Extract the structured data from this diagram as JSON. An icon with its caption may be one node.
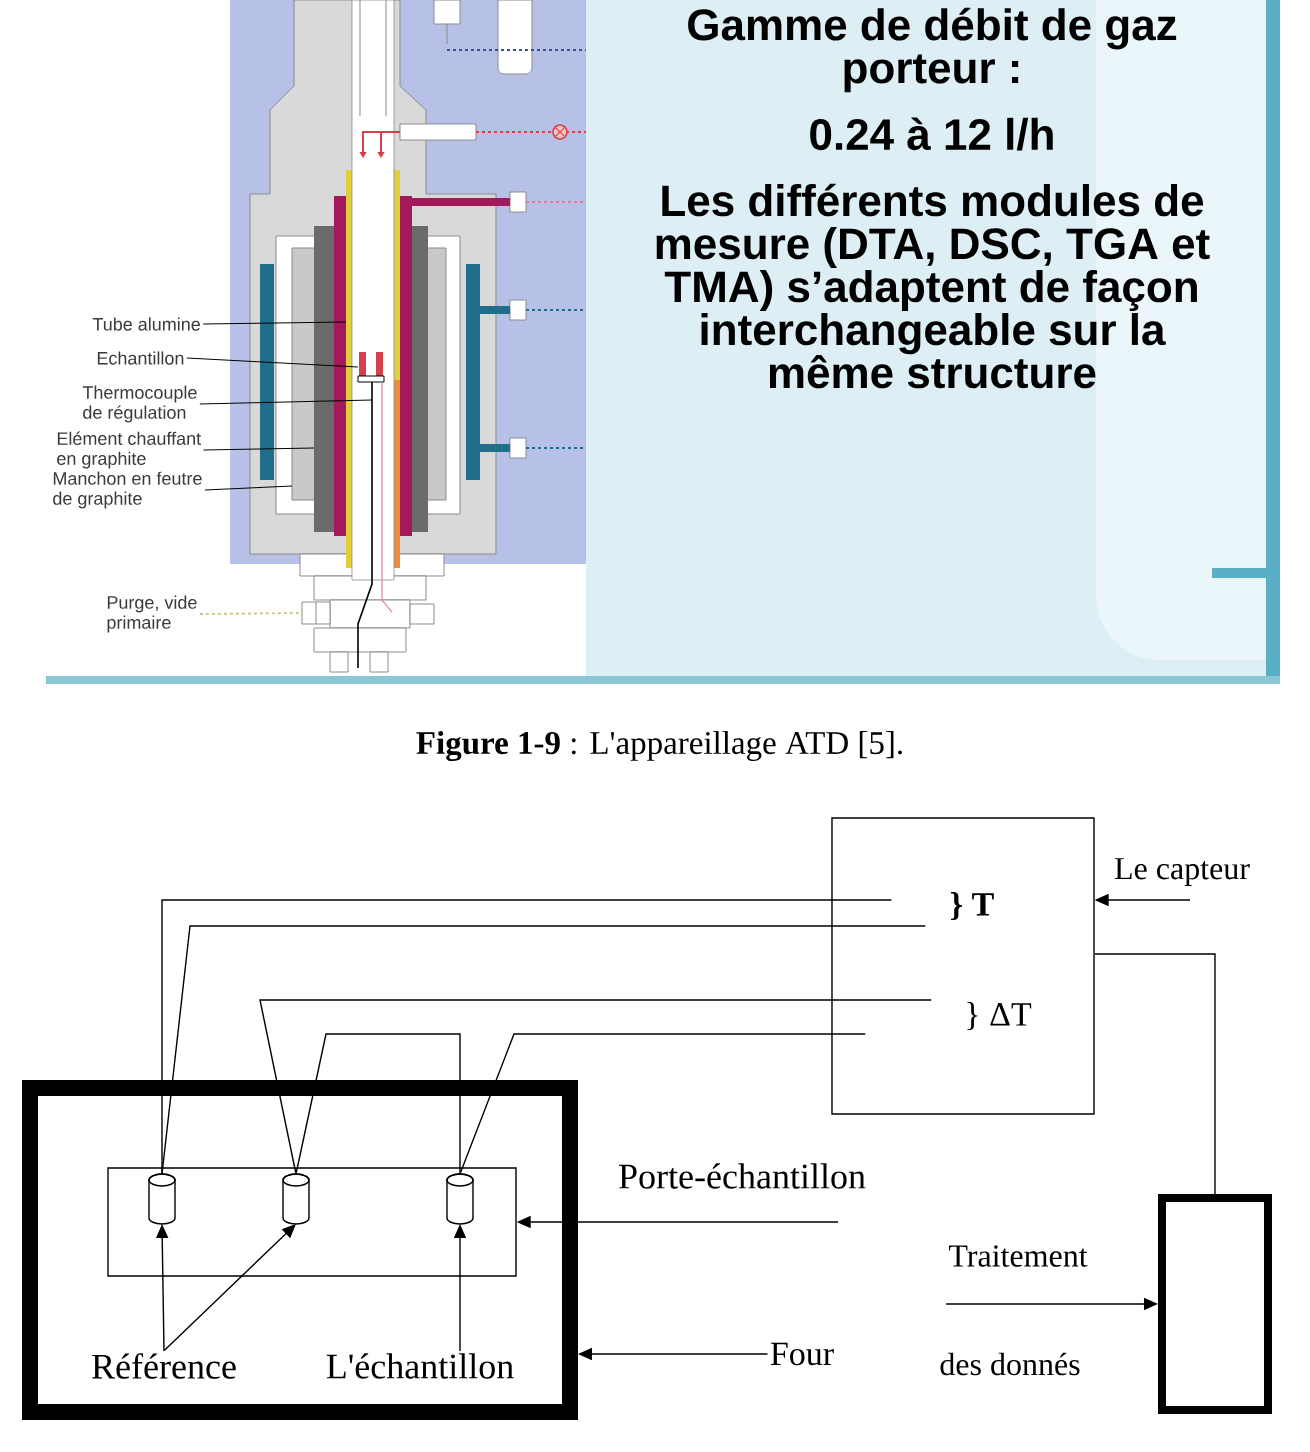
{
  "diagram": {
    "caption": "**Figure 1-9** : L'appareillage ATD [5].",
    "nodes": [
      {
        "text": [
          "Tube alumine"
        ]
      },
      {
        "text": [
          "Echantillon"
        ]
      },
      {
        "text": [
          "Thermocouple de régulation"
        ]
      },
      {
        "text": [
          "Elément chauffant en graphite"
        ]
      },
      {
        "text": [
          "Manchon en feutre de graphite"
        ]
      },
      {
        "text": [
          "Purge, vide primaire"
        ]
      },
      {
        "text": [],
        "shape": "box"
      },
      {
        "text": [],
        "shape": "bar"
      },
      {
        "text": [],
        "shape": "bar"
      },
      {
        "text": [],
        "shape": "box"
      },
      {
        "text": [],
        "shape": "box"
      },
      {
        "text": [],
        "shape": "line"
      },
      {
        "text": [],
        "shape": "box"
      },
      {
        "text": [
          "} T",
          "} ΔT"
        ]
      },
      {
        "text": [],
        "shape": "box"
      },
      {
        "text": [],
        "shape": "box",
        "in": 14
      },
      {
        "text": [],
        "shape": "cylinder",
        "in": 15
      },
      {
        "text": [],
        "shape": "cylinder",
        "in": 15
      },
      {
        "text": [],
        "shape": "cylinder",
        "in": 15
      },
      {
        "text": [
          "Référence"
        ],
        "in": 14
      },
      {
        "text": [
          "L'échantillon"
        ],
        "in": 14
      },
      {
        "text": [
          "Four"
        ]
      },
      {
        "text": [],
        "shape": "box"
      }
    ],
    "edges": [
      {
        "from": 0,
        "to": 8,
        "arrow": "none"
      },
      {
        "from": 1,
        "to": 10,
        "arrow": "none"
      },
      {
        "from": 2,
        "to": 11,
        "arrow": "none"
      },
      {
        "from": 3,
        "to": 7,
        "arrow": "none"
      },
      {
        "from": 4,
        "to": 9,
        "arrow": "none"
      },
      {
        "from": 5,
        "to": 12,
        "arrow": "none",
        "style": "dashed",
        "color": "#c9c27f"
      },
      {
        "from": 16,
        "to": 13,
        "arrow": "none"
      },
      {
        "from": 16,
        "to": 13,
        "arrow": "none"
      },
      {
        "from": 17,
        "to": 13,
        "arrow": "none"
      },
      {
        "from": 17,
        "to": 18,
        "arrow": "none"
      },
      {
        "from": 18,
        "to": 13,
        "arrow": "none"
      },
      {
        "from": 13,
        "to": 22,
        "arrow": "none"
      },
      {
        "from": null,
        "to": 13,
        "arrow": "to",
        "label": "Le capteur"
      },
      {
        "from": null,
        "to": 15,
        "arrow": "to",
        "label": "Porte-échantillon"
      },
      {
        "from": 21,
        "to": 14,
        "arrow": "to"
      },
      {
        "from": null,
        "to": 22,
        "arrow": "to"
      },
      {
        "from": 19,
        "to": 16,
        "arrow": "to"
      },
      {
        "from": 19,
        "to": 17,
        "arrow": "to"
      },
      {
        "from": 20,
        "to": 18,
        "arrow": "to"
      }
    ],
    "labels": [
      "Gamme de débit de gaz porteur :",
      "0.24 à 12 l/h",
      "Les différents modules de mesure (DTA, DSC, TGA et TMA) s’adaptent de façon interchangeable sur la même structure",
      "Traitement",
      "des donnés"
    ]
  }
}
